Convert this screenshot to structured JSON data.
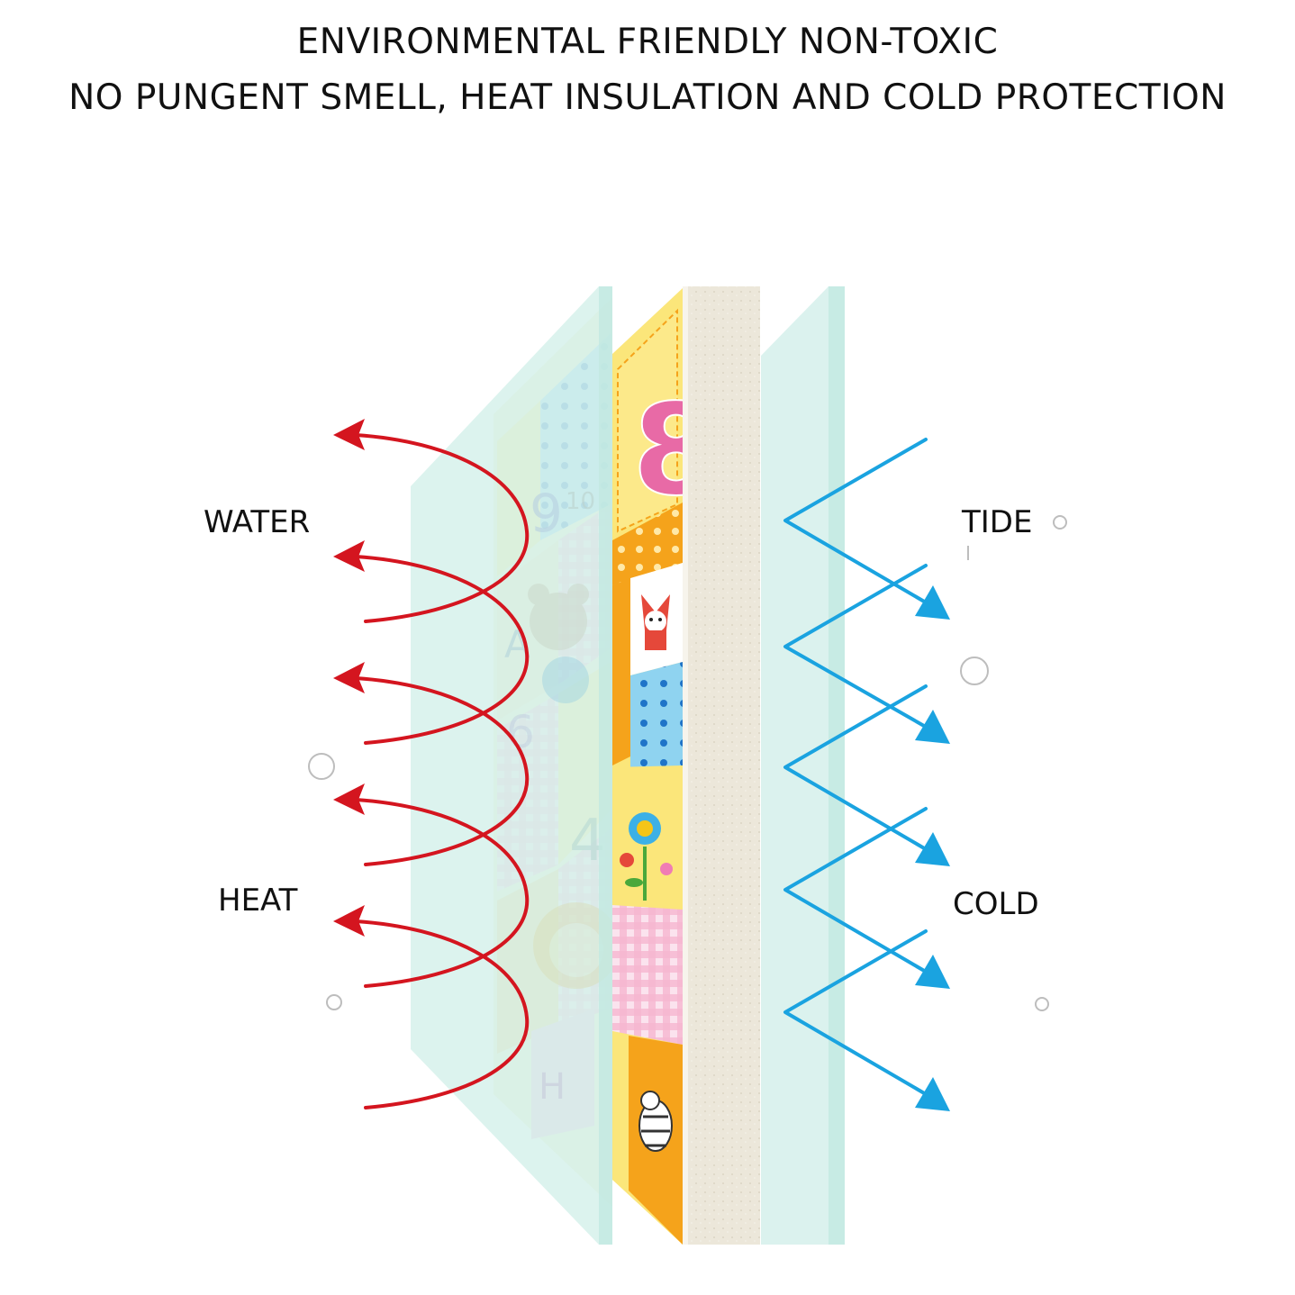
{
  "headline": {
    "line1": "ENVIRONMENTAL FRIENDLY NON-TOXIC",
    "line2": "NO PUNGENT SMELL, HEAT INSULATION AND COLD PROTECTION"
  },
  "labels": {
    "water": "WATER",
    "heat": "HEAT",
    "tide": "TIDE",
    "cold": "COLD"
  },
  "mat_numbers": {
    "big": "8",
    "back_top": "9",
    "back_small": "10",
    "back_mid": "4",
    "back_letter": "A",
    "back_six": "6",
    "back_h": "H"
  },
  "colors": {
    "heat_arrow": "#d4151f",
    "cold_arrow": "#1aa3e0",
    "film": "#cfeee8",
    "foam": "#ece7da",
    "mat_yellow": "#fbe67a",
    "mat_orange": "#f5a31b",
    "number_pink": "#e86aa6"
  },
  "icons": {
    "heat_arrows": "curved-red-arrow",
    "cold_arrows": "zigzag-blue-arrow"
  }
}
